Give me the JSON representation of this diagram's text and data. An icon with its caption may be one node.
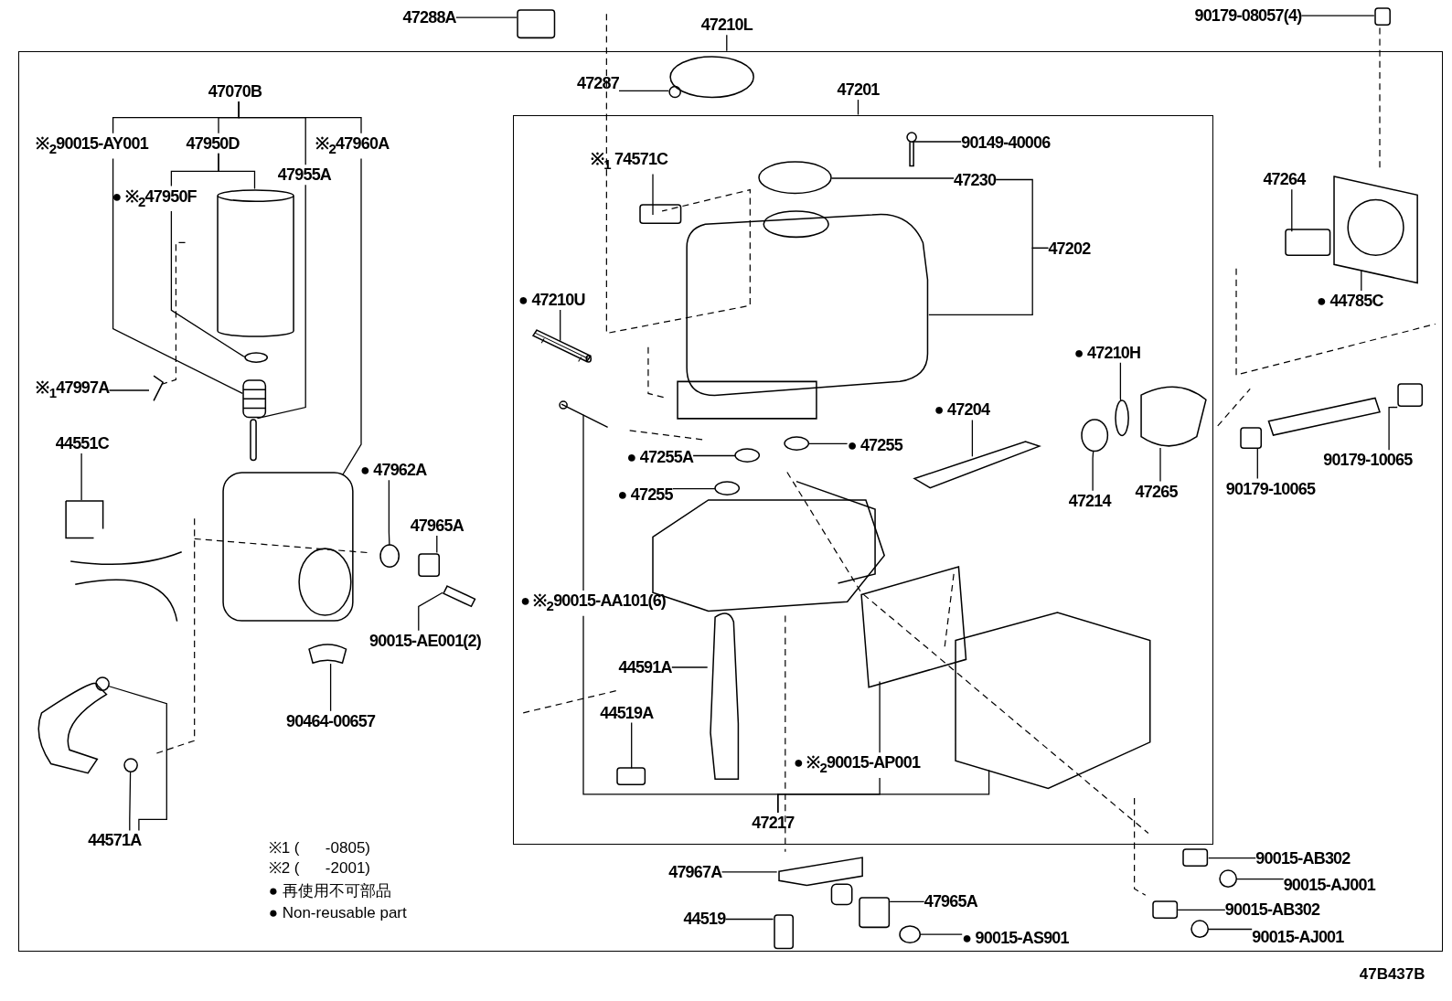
{
  "diagram": {
    "nodes": [
      {
        "text": [],
        "shape": "box"
      },
      {
        "text": [],
        "shape": "box",
        "in": 0
      },
      {
        "text": [
          "47288A"
        ]
      },
      {
        "text": [
          "47210L"
        ]
      },
      {
        "text": [
          "90179-08057(4)"
        ]
      },
      {
        "text": [
          "47287"
        ],
        "in": 0
      },
      {
        "text": [
          "47201"
        ],
        "in": 0
      },
      {
        "text": [
          "47070B"
        ],
        "in": 0
      },
      {
        "text": [
          "※$_{2}$90015-AY001"
        ],
        "in": 0
      },
      {
        "text": [
          "47950D"
        ],
        "in": 0
      },
      {
        "text": [
          "※$_{2}$47960A"
        ],
        "in": 0
      },
      {
        "text": [
          "47955A"
        ],
        "in": 0
      },
      {
        "text": [
          "● ※$_{2}$47950F"
        ],
        "in": 0
      },
      {
        "text": [
          "※$_{1}$47997A"
        ],
        "in": 0
      },
      {
        "text": [
          "44551C"
        ],
        "in": 0
      },
      {
        "text": [
          "● 47962A"
        ],
        "in": 0
      },
      {
        "text": [
          "47965A"
        ],
        "in": 0
      },
      {
        "text": [
          "90015-AE001(2)"
        ],
        "in": 0
      },
      {
        "text": [
          "90464-00657"
        ],
        "in": 0
      },
      {
        "text": [
          "44571A"
        ],
        "in": 0
      },
      {
        "text": [
          "※$_{1}$ 74571C"
        ],
        "in": 1
      },
      {
        "text": [
          "90149-40006"
        ],
        "in": 1
      },
      {
        "text": [
          "47230"
        ],
        "in": 1
      },
      {
        "text": [
          "47202"
        ],
        "in": 1
      },
      {
        "text": [
          "● 47210U"
        ],
        "in": 1
      },
      {
        "text": [
          "● 47210H"
        ],
        "in": 1
      },
      {
        "text": [
          "● 47204"
        ],
        "in": 1
      },
      {
        "text": [
          "● 47255A"
        ],
        "in": 1
      },
      {
        "text": [
          "● 47255"
        ],
        "in": 1
      },
      {
        "text": [
          "● 47255"
        ],
        "in": 1
      },
      {
        "text": [
          "47214"
        ],
        "in": 1
      },
      {
        "text": [
          "47265"
        ],
        "in": 1
      },
      {
        "text": [
          "● ※$_{2}$90015-AA101(6)"
        ],
        "in": 1
      },
      {
        "text": [
          "44591A"
        ],
        "in": 1
      },
      {
        "text": [
          "44519A"
        ],
        "in": 1
      },
      {
        "text": [
          "● ※$_{2}$90015-AP001"
        ],
        "in": 1
      },
      {
        "text": [
          "47217"
        ],
        "in": 1
      },
      {
        "text": [
          "47264"
        ],
        "in": 0
      },
      {
        "text": [
          "● 44785C"
        ],
        "in": 0
      },
      {
        "text": [
          "90179-10065"
        ],
        "in": 0
      },
      {
        "text": [
          "90179-10065"
        ],
        "in": 0
      },
      {
        "text": [
          "47967A"
        ],
        "in": 0
      },
      {
        "text": [
          "44519"
        ],
        "in": 0
      },
      {
        "text": [
          "47965A"
        ],
        "in": 0
      },
      {
        "text": [
          "● 90015-AS901"
        ],
        "in": 0
      },
      {
        "text": [
          "90015-AB302"
        ],
        "in": 0
      },
      {
        "text": [
          "90015-AJ001"
        ],
        "in": 0
      },
      {
        "text": [
          "90015-AB302"
        ],
        "in": 0
      },
      {
        "text": [
          "90015-AJ001"
        ],
        "in": 0
      },
      {
        "text": [],
        "shape": "box"
      },
      {
        "text": [],
        "shape": "box"
      },
      {
        "text": [],
        "shape": "picture",
        "in": 0
      },
      {
        "text": [],
        "shape": "cylinder",
        "in": 0
      },
      {
        "text": [],
        "shape": "circle",
        "in": 0
      },
      {
        "text": [],
        "shape": "picture",
        "in": 0
      },
      {
        "text": [],
        "shape": "box",
        "in": 0
      },
      {
        "text": [],
        "shape": "picture",
        "in": 0
      },
      {
        "text": [],
        "shape": "picture",
        "in": 0
      },
      {
        "text": [],
        "shape": "picture",
        "in": 0
      },
      {
        "text": [],
        "shape": "circle",
        "in": 0
      },
      {
        "text": [],
        "shape": "box",
        "in": 0
      },
      {
        "text": [],
        "shape": "picture",
        "in": 0
      },
      {
        "text": [],
        "shape": "picture",
        "in": 0
      },
      {
        "text": [],
        "shape": "circle",
        "in": 0
      },
      {
        "text": [],
        "shape": "circle",
        "in": 0
      },
      {
        "text": [],
        "shape": "box",
        "in": 1
      },
      {
        "text": [],
        "shape": "picture",
        "in": 1
      },
      {
        "text": [],
        "shape": "circle",
        "in": 1
      },
      {
        "text": [],
        "shape": "picture",
        "in": 1
      },
      {
        "text": [],
        "shape": "picture",
        "in": 1
      },
      {
        "text": [],
        "shape": "circle",
        "in": 1
      },
      {
        "text": [],
        "shape": "picture",
        "in": 1
      },
      {
        "text": [],
        "shape": "circle",
        "in": 1
      },
      {
        "text": [],
        "shape": "circle",
        "in": 1
      },
      {
        "text": [],
        "shape": "circle",
        "in": 1
      },
      {
        "text": [],
        "shape": "circle",
        "in": 1
      },
      {
        "text": [],
        "shape": "picture",
        "in": 1
      },
      {
        "text": [],
        "shape": "picture",
        "in": 1
      },
      {
        "text": [],
        "shape": "picture",
        "in": 1
      },
      {
        "text": [],
        "shape": "box",
        "in": 1
      },
      {
        "text": [],
        "shape": "picture",
        "in": 1
      },
      {
        "text": [],
        "shape": "picture",
        "in": 1
      },
      {
        "text": [],
        "shape": "box",
        "in": 0
      },
      {
        "text": [],
        "shape": "picture",
        "in": 0
      },
      {
        "text": [],
        "shape": "box",
        "in": 0
      },
      {
        "text": [],
        "shape": "box",
        "in": 0
      },
      {
        "text": [],
        "shape": "picture",
        "in": 0
      },
      {
        "text": [],
        "shape": "box",
        "in": 0
      },
      {
        "text": [],
        "shape": "box",
        "in": 0
      },
      {
        "text": [],
        "shape": "circle",
        "in": 0
      },
      {
        "text": [],
        "shape": "box",
        "in": 0
      },
      {
        "text": [],
        "shape": "circle",
        "in": 0
      },
      {
        "text": [],
        "shape": "box",
        "in": 0
      },
      {
        "text": [],
        "shape": "circle",
        "in": 0
      }
    ],
    "edges": [
      {
        "from": 2,
        "to": 49,
        "arrow": "none"
      },
      {
        "from": 3,
        "to": 0,
        "arrow": "none"
      },
      {
        "from": 4,
        "to": 50,
        "arrow": "none"
      },
      {
        "from": 5,
        "to": 51,
        "arrow": "none"
      },
      {
        "from": 6,
        "to": 1,
        "arrow": "none"
      },
      {
        "from": 7,
        "to": 8,
        "arrow": "none"
      },
      {
        "from": 7,
        "to": 9,
        "arrow": "none"
      },
      {
        "from": 7,
        "to": 11,
        "arrow": "none"
      },
      {
        "from": 7,
        "to": 10,
        "arrow": "none"
      },
      {
        "from": 8,
        "to": 54,
        "arrow": "none"
      },
      {
        "from": 9,
        "to": 12,
        "arrow": "none"
      },
      {
        "from": 9,
        "to": 52,
        "arrow": "none"
      },
      {
        "from": 10,
        "to": 58,
        "arrow": "none"
      },
      {
        "from": 11,
        "to": 55,
        "arrow": "none"
      },
      {
        "from": 12,
        "to": 53,
        "arrow": "none"
      },
      {
        "from": 13,
        "to": 56,
        "arrow": "none"
      },
      {
        "from": 14,
        "to": 57,
        "arrow": "none"
      },
      {
        "from": 15,
        "to": 59,
        "arrow": "none"
      },
      {
        "from": 16,
        "to": 60,
        "arrow": "none"
      },
      {
        "from": 17,
        "to": 61,
        "arrow": "none"
      },
      {
        "from": 18,
        "to": 62,
        "arrow": "none"
      },
      {
        "from": 19,
        "to": 63,
        "arrow": "none"
      },
      {
        "from": 19,
        "to": 64,
        "arrow": "none"
      },
      {
        "from": 20,
        "to": 65,
        "arrow": "none"
      },
      {
        "from": 21,
        "to": 66,
        "arrow": "none"
      },
      {
        "from": 22,
        "to": 67,
        "arrow": "none"
      },
      {
        "from": 23,
        "to": 22,
        "arrow": "none"
      },
      {
        "from": 23,
        "to": 68,
        "arrow": "none"
      },
      {
        "from": 24,
        "to": 69,
        "arrow": "none"
      },
      {
        "from": 25,
        "to": 70,
        "arrow": "none"
      },
      {
        "from": 26,
        "to": 71,
        "arrow": "none"
      },
      {
        "from": 27,
        "to": 72,
        "arrow": "none"
      },
      {
        "from": 28,
        "to": 73,
        "arrow": "none"
      },
      {
        "from": 29,
        "to": 74,
        "arrow": "none"
      },
      {
        "from": 30,
        "to": 75,
        "arrow": "none"
      },
      {
        "from": 31,
        "to": 76,
        "arrow": "none"
      },
      {
        "from": 32,
        "to": 77,
        "arrow": "none"
      },
      {
        "from": 33,
        "to": 78,
        "arrow": "none"
      },
      {
        "from": 34,
        "to": 79,
        "arrow": "none"
      },
      {
        "from": 35,
        "to": 80,
        "arrow": "none"
      },
      {
        "from": 36,
        "to": 32,
        "arrow": "none"
      },
      {
        "from": 36,
        "to": 35,
        "arrow": "none"
      },
      {
        "from": 36,
        "to": 81,
        "arrow": "none"
      },
      {
        "from": 37,
        "to": 82,
        "arrow": "none"
      },
      {
        "from": 38,
        "to": 83,
        "arrow": "none"
      },
      {
        "from": 39,
        "to": 84,
        "arrow": "none"
      },
      {
        "from": 40,
        "to": 85,
        "arrow": "none"
      },
      {
        "from": 41,
        "to": 86,
        "arrow": "none"
      },
      {
        "from": 42,
        "to": 87,
        "arrow": "none"
      },
      {
        "from": 43,
        "to": 88,
        "arrow": "none"
      },
      {
        "from": 44,
        "to": 89,
        "arrow": "none"
      },
      {
        "from": 45,
        "to": 90,
        "arrow": "none"
      },
      {
        "from": 46,
        "to": 91,
        "arrow": "none"
      },
      {
        "from": 47,
        "to": 92,
        "arrow": "none"
      },
      {
        "from": 48,
        "to": 93,
        "arrow": "none"
      }
    ],
    "labels": [
      "※1 (      -0805)",
      "※2 (      -2001)",
      "● 再使用不可部品",
      "● Non-reusable part",
      "47B437B"
    ]
  }
}
